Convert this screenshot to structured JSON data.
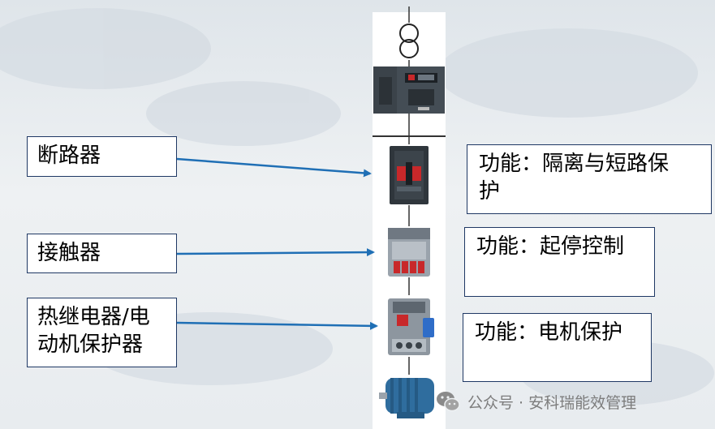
{
  "labels": {
    "breaker": "断路器",
    "contactor": "接触器",
    "relay_line1": "热继电器/电",
    "relay_line2": "动机保护器"
  },
  "functions": {
    "breaker_line1": "功能：隔离与短路保",
    "breaker_line2": "护",
    "contactor": "功能：起停控制",
    "relay": "功能：电机保护"
  },
  "watermark": {
    "text": "公众号 · 安科瑞能效管理",
    "icon": "wechat-icon"
  },
  "colors": {
    "arrow": "#1f6fb5",
    "box_border": "#1f3864",
    "device_dark": "#333b42",
    "breaker_red": "#c8282a",
    "motor_blue": "#2f6d9e"
  },
  "icons": [
    "transformer-icon",
    "air-circuit-breaker-icon",
    "molded-case-breaker-icon",
    "contactor-icon",
    "thermal-relay-icon",
    "motor-icon"
  ]
}
